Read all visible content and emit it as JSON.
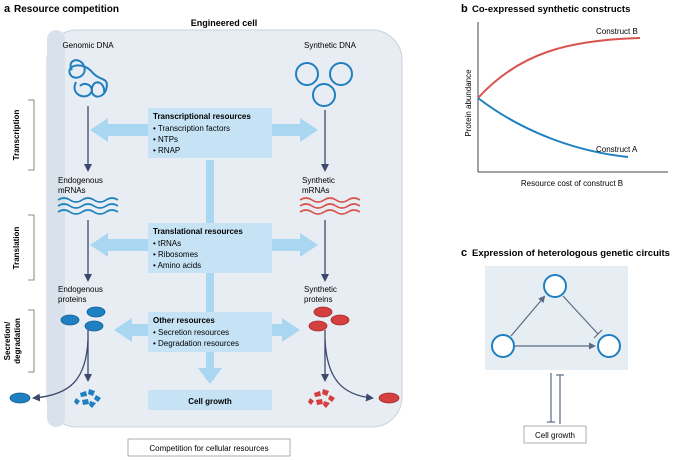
{
  "panel_a": {
    "letter": "a",
    "title": "Resource competition",
    "cell_title": "Engineered cell",
    "genomic_dna": "Genomic DNA",
    "synthetic_dna": "Synthetic DNA",
    "endogenous_mrnas": [
      "Endogenous",
      "mRNAs"
    ],
    "synthetic_mrnas": [
      "Synthetic",
      "mRNAs"
    ],
    "endogenous_proteins": [
      "Endogenous",
      "proteins"
    ],
    "synthetic_proteins": [
      "Synthetic",
      "proteins"
    ],
    "stage_transcription": "Transcription",
    "stage_translation": "Translation",
    "stage_secretion": [
      "Secretion/",
      "degradation"
    ],
    "transcriptional": {
      "title": "Transcriptional resources",
      "items": [
        "• Transcription factors",
        "• NTPs",
        "• RNAP"
      ]
    },
    "translational": {
      "title": "Translational resources",
      "items": [
        "• tRNAs",
        "• Ribosomes",
        "• Amino acids"
      ]
    },
    "other": {
      "title": "Other resources",
      "items": [
        "• Secretion resources",
        "• Degradation resources"
      ]
    },
    "cell_growth": "Cell growth",
    "caption": "Competition for cellular resources"
  },
  "panel_b": {
    "letter": "b",
    "title": "Co-expressed synthetic constructs",
    "ylabel": "Protein abundance",
    "xlabel": "Resource cost of construct B",
    "construct_b": "Construct B",
    "construct_a": "Construct A"
  },
  "panel_c": {
    "letter": "c",
    "title": "Expression of heterologous genetic circuits",
    "cell_growth": "Cell growth"
  },
  "colors": {
    "cell_fill": "#e8edf3",
    "box_fill": "#c6e3f5",
    "arrow_light": "#a9d6f0",
    "dark_arrow": "#3b4a6b",
    "blue": "#1f7fc0",
    "red": "#d43f3f",
    "red_line": "#d9534f",
    "panel_c_bg": "#e6edf3"
  },
  "chart_data": {
    "type": "line",
    "title": "Co-expressed synthetic constructs",
    "xlabel": "Resource cost of construct B",
    "ylabel": "Protein abundance",
    "series": [
      {
        "name": "Construct B",
        "shape": "increasing saturating",
        "color": "#d9534f"
      },
      {
        "name": "Construct A",
        "shape": "decreasing saturating",
        "color": "#1f7fc0"
      }
    ]
  }
}
